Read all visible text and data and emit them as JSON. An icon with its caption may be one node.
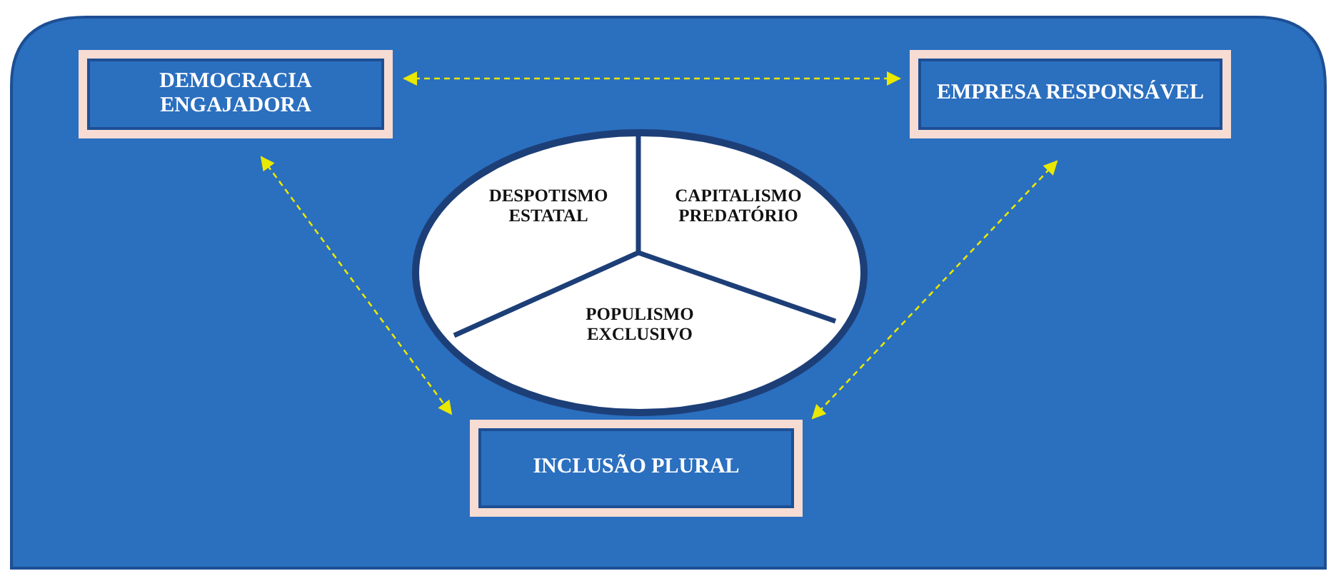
{
  "diagram": {
    "nodes": [
      {
        "text": [
          "DEMOCRACIA ENGAJADORA"
        ]
      },
      {
        "text": [
          "EMPRESA RESPONSÁVEL"
        ]
      },
      {
        "text": [],
        "shape": "circle"
      },
      {
        "text": [
          "DESPOTISMO ESTATAL"
        ],
        "in": 2
      },
      {
        "text": [
          "CAPITALISMO PREDATÓRIO"
        ],
        "in": 2
      },
      {
        "text": [
          "POPULISMO EXCLUSIVO"
        ],
        "in": 2
      },
      {
        "text": [
          "INCLUSÃO PLURAL"
        ]
      }
    ],
    "edges": [
      {
        "from": 0,
        "to": 1,
        "arrow": "both",
        "style": "dashed"
      },
      {
        "from": 0,
        "to": 6,
        "arrow": "both",
        "style": "dashed"
      },
      {
        "from": 1,
        "to": 6,
        "arrow": "both",
        "style": "dashed"
      }
    ]
  }
}
